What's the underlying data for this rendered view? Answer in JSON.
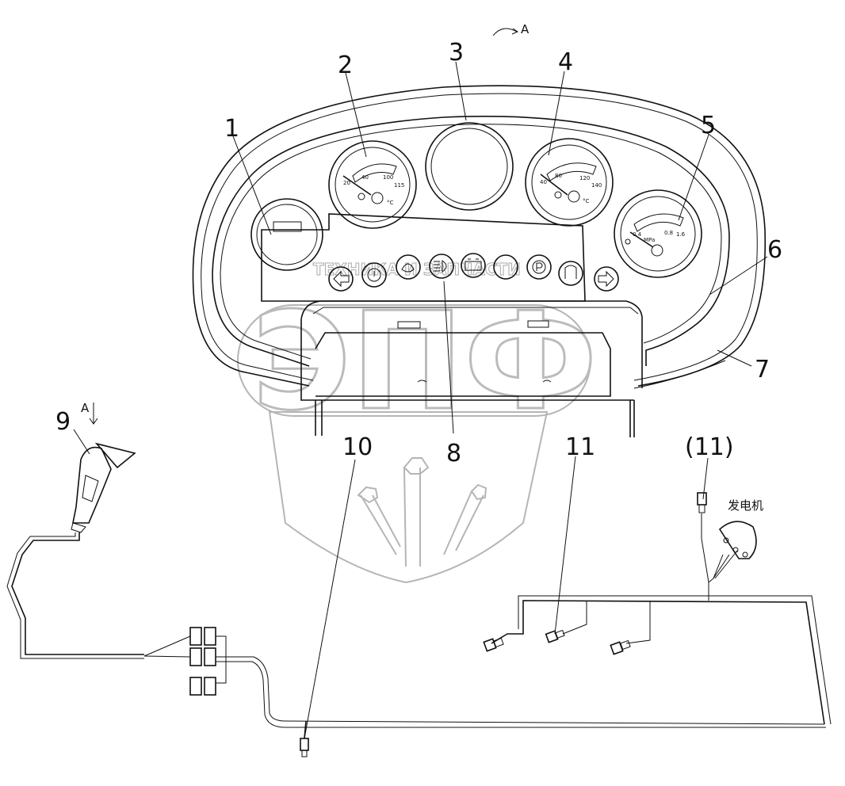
{
  "callouts": {
    "c1": "1",
    "c2": "2",
    "c3": "3",
    "c4": "4",
    "c5": "5",
    "c6": "6",
    "c7": "7",
    "c8": "8",
    "c9": "9",
    "c10": "10",
    "c11": "11",
    "c11p": "(11)"
  },
  "view_arrow": {
    "top_label": "A",
    "left_label": "A"
  },
  "generator_label": "发电机",
  "gauges": {
    "temp_scale": [
      "20",
      "40",
      "100",
      "115"
    ],
    "temp_unit": "°C",
    "oil_temp_scale": [
      "40",
      "80",
      "120",
      "140"
    ],
    "oil_temp_unit": "°C",
    "pressure_scale": [
      "0.4",
      "0.8",
      "1.6"
    ],
    "pressure_unit": "MPa"
  },
  "watermark": {
    "text": "ТЕХНИКА И ЗАПЧАСТИ",
    "letters": "ЭПФ"
  },
  "icons": [
    "turn-left-arrow",
    "warning",
    "oil-pressure",
    "headlight",
    "battery",
    "blank",
    "parking-brake",
    "transmission",
    "turn-right-arrow"
  ]
}
